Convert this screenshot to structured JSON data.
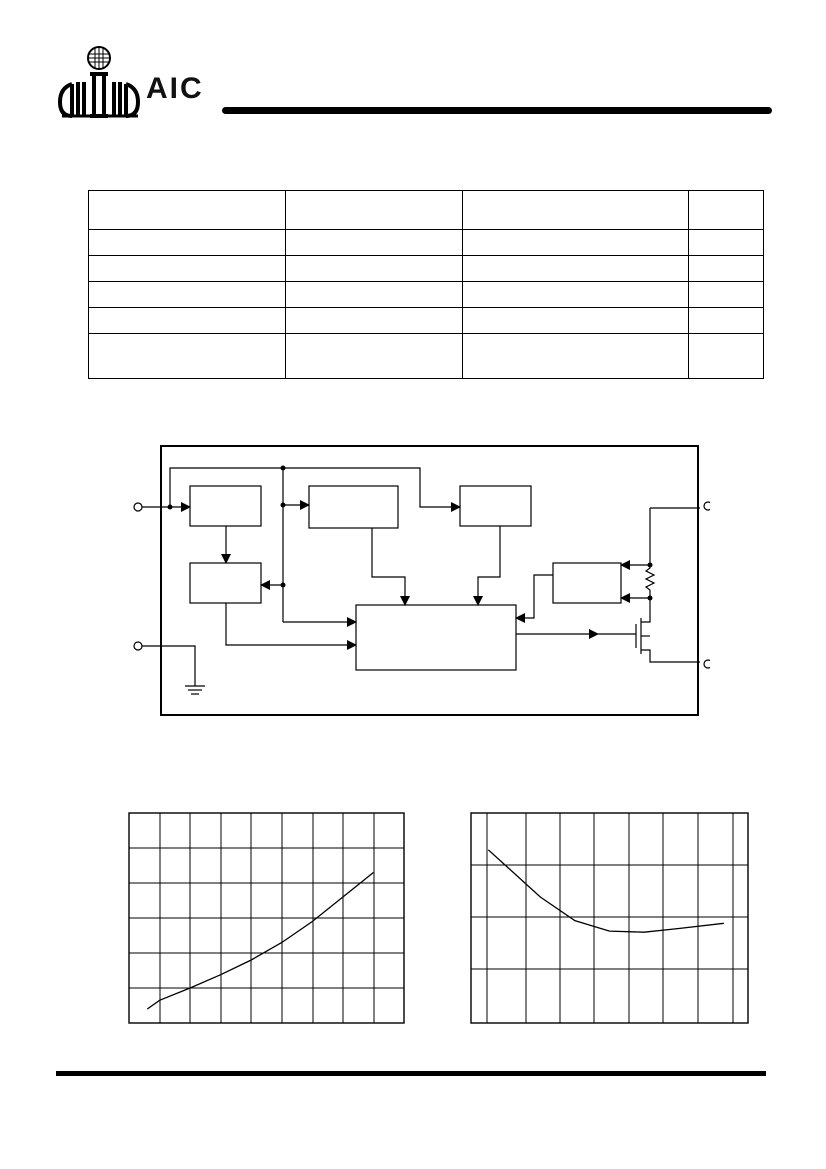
{
  "header": {
    "logo_text": "AIC",
    "logo_icon": "aic-globe-logo-icon"
  },
  "spec_table": {
    "rows": 6,
    "columns": 4,
    "cells": []
  },
  "block_diagram": {
    "blocks": [],
    "terminals": 4
  },
  "chart_data": [
    {
      "type": "line",
      "title": "",
      "xlabel": "",
      "ylabel": "",
      "xlim": [
        0,
        9
      ],
      "ylim": [
        0,
        6
      ],
      "grid": true,
      "series": [
        {
          "x": [
            0.6,
            1.0,
            2.0,
            3.0,
            4.0,
            5.0,
            6.0,
            7.0,
            8.0
          ],
          "y": [
            0.4,
            0.65,
            1.0,
            1.38,
            1.8,
            2.3,
            2.9,
            3.6,
            4.3
          ]
        }
      ]
    },
    {
      "type": "line",
      "title": "",
      "xlabel": "",
      "ylabel": "",
      "xlim": [
        0,
        8
      ],
      "ylim": [
        0,
        4
      ],
      "grid": true,
      "series": [
        {
          "x": [
            0.5,
            1.0,
            2.0,
            3.0,
            4.0,
            5.0,
            6.0,
            7.3
          ],
          "y": [
            3.3,
            3.0,
            2.4,
            1.95,
            1.75,
            1.73,
            1.8,
            1.9
          ]
        }
      ]
    }
  ]
}
